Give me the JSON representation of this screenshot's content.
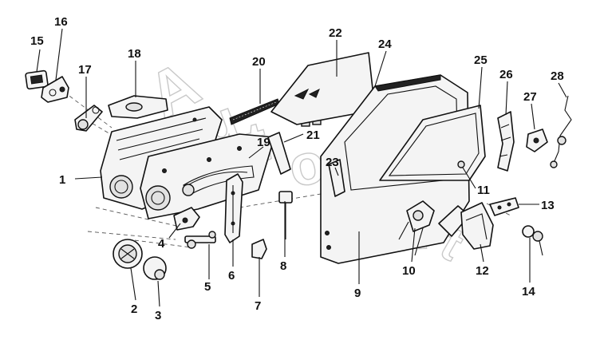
{
  "watermark": {
    "letters": [
      "A",
      "u",
      "t",
      "o",
      "s",
      "o",
      "f",
      "t"
    ]
  },
  "callouts": [
    {
      "id": "c1",
      "label": "1"
    },
    {
      "id": "c2",
      "label": "2"
    },
    {
      "id": "c3",
      "label": "3"
    },
    {
      "id": "c4",
      "label": "4"
    },
    {
      "id": "c5",
      "label": "5"
    },
    {
      "id": "c6",
      "label": "6"
    },
    {
      "id": "c7",
      "label": "7"
    },
    {
      "id": "c8",
      "label": "8"
    },
    {
      "id": "c9",
      "label": "9"
    },
    {
      "id": "c10",
      "label": "10"
    },
    {
      "id": "c11",
      "label": "11"
    },
    {
      "id": "c12",
      "label": "12"
    },
    {
      "id": "c13",
      "label": "13"
    },
    {
      "id": "c14",
      "label": "14"
    },
    {
      "id": "c15",
      "label": "15"
    },
    {
      "id": "c16",
      "label": "16"
    },
    {
      "id": "c17",
      "label": "17"
    },
    {
      "id": "c18",
      "label": "18"
    },
    {
      "id": "c19",
      "label": "19"
    },
    {
      "id": "c20",
      "label": "20"
    },
    {
      "id": "c21",
      "label": "21"
    },
    {
      "id": "c22",
      "label": "22"
    },
    {
      "id": "c23",
      "label": "23"
    },
    {
      "id": "c24",
      "label": "24"
    },
    {
      "id": "c25",
      "label": "25"
    },
    {
      "id": "c26",
      "label": "26"
    },
    {
      "id": "c27",
      "label": "27"
    },
    {
      "id": "c28",
      "label": "28"
    }
  ]
}
